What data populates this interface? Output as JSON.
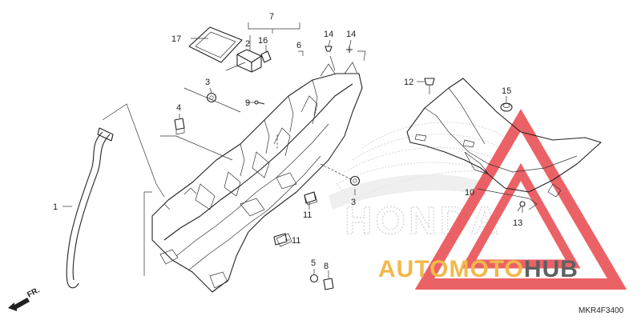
{
  "diagram": {
    "callouts": [
      {
        "id": "c1",
        "text": "1"
      },
      {
        "id": "c2",
        "text": "2"
      },
      {
        "id": "c3a",
        "text": "3"
      },
      {
        "id": "c3b",
        "text": "3"
      },
      {
        "id": "c4",
        "text": "4"
      },
      {
        "id": "c5",
        "text": "5"
      },
      {
        "id": "c6",
        "text": "6"
      },
      {
        "id": "c7",
        "text": "7"
      },
      {
        "id": "c8",
        "text": "8"
      },
      {
        "id": "c9",
        "text": "9"
      },
      {
        "id": "c10",
        "text": "10"
      },
      {
        "id": "c11a",
        "text": "11"
      },
      {
        "id": "c11b",
        "text": "11"
      },
      {
        "id": "c12",
        "text": "12"
      },
      {
        "id": "c13",
        "text": "13"
      },
      {
        "id": "c14a",
        "text": "14"
      },
      {
        "id": "c14b",
        "text": "14"
      },
      {
        "id": "c15",
        "text": "15"
      },
      {
        "id": "c16",
        "text": "16"
      },
      {
        "id": "c17",
        "text": "17"
      }
    ],
    "direction_label": "FR.",
    "diagram_code": "MKR4F3400"
  },
  "watermark": {
    "part1": "AUTO",
    "part2": "MOTO",
    "part3": "HUB",
    "brand": "HONDA",
    "colors": {
      "auto": "#f2b84a",
      "moto": "#f2b84a",
      "hub": "#606060",
      "triangle": "#e8474b"
    }
  }
}
